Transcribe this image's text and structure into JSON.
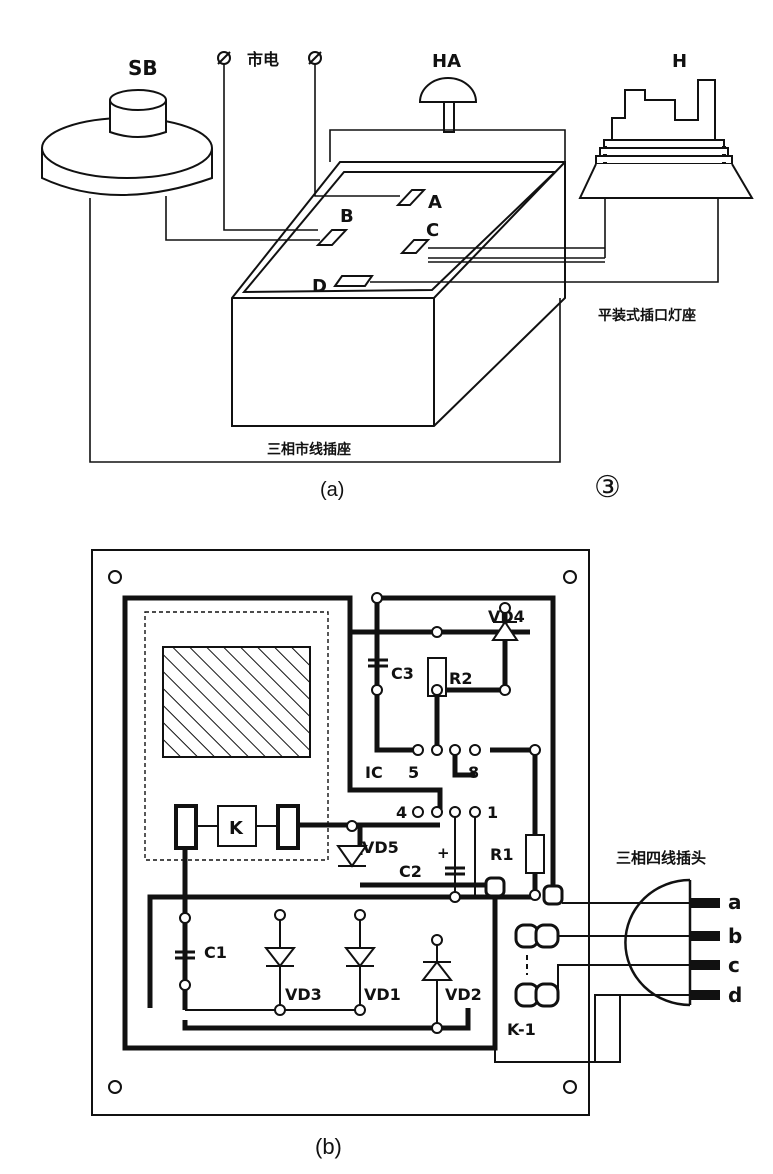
{
  "figure_a": {
    "label_sb": "SB",
    "label_mains": "市电",
    "label_ha": "HA",
    "label_h": "H",
    "terminal_a": "A",
    "terminal_b": "B",
    "terminal_c": "C",
    "terminal_d": "D",
    "lamp_holder_caption": "平装式插口灯座",
    "socket_caption": "三相市线插座",
    "caption": "(a)",
    "figure_number": "③"
  },
  "figure_b": {
    "label_vd4": "VD4",
    "label_c3": "C3",
    "label_r2": "R2",
    "label_ic": "IC",
    "label_pin5": "5",
    "label_pin8": "8",
    "label_pin4": "4",
    "label_pin1": "1",
    "label_k": "K",
    "label_vd5": "VD5",
    "label_c2": "C2",
    "label_plus": "+",
    "label_r1": "R1",
    "label_c1": "C1",
    "label_vd3": "VD3",
    "label_vd1": "VD1",
    "label_vd2": "VD2",
    "label_k1": "K-1",
    "plug_caption": "三相四线插头",
    "pin_a": "a",
    "pin_b": "b",
    "pin_c": "c",
    "pin_d": "d",
    "caption": "(b)"
  }
}
